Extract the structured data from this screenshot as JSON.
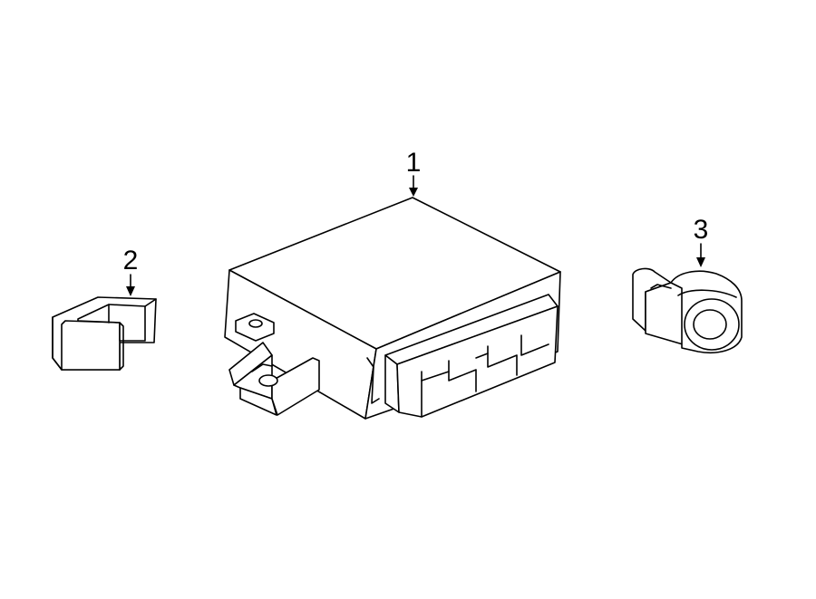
{
  "diagram": {
    "callouts": [
      {
        "id": "1",
        "label": "1"
      },
      {
        "id": "2",
        "label": "2"
      },
      {
        "id": "3",
        "label": "3"
      }
    ]
  },
  "colors": {
    "background": "#ffffff",
    "line": "#000000"
  }
}
